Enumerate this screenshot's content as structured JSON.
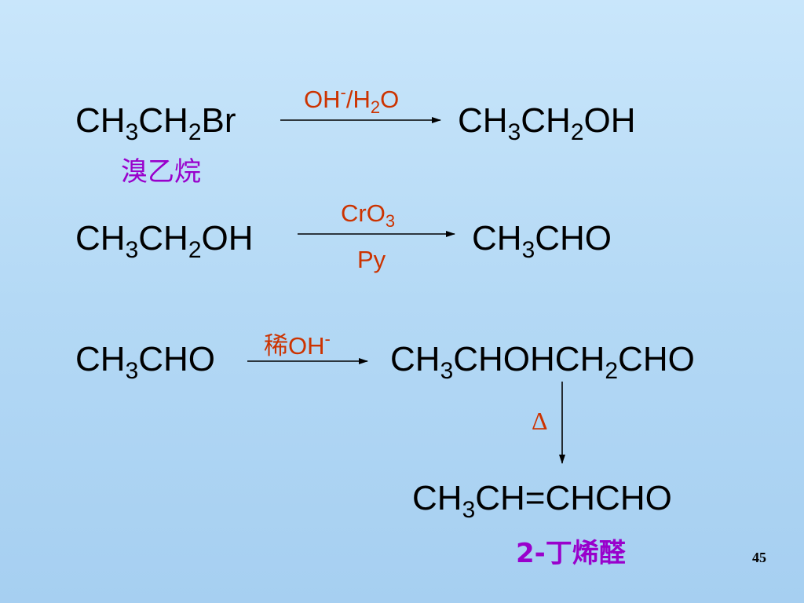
{
  "reactions": [
    {
      "reactant": {
        "main": "CH",
        "s1": "3",
        "mid": "CH",
        "s2": "2",
        "tail": "Br"
      },
      "condition_above": {
        "pre": "OH",
        "sup": "-",
        "mid": "/H",
        "sub": "2",
        "post": "O"
      },
      "product": {
        "main": "CH",
        "s1": "3",
        "mid": "CH",
        "s2": "2",
        "tail": "OH"
      },
      "reactant_name": "溴乙烷"
    },
    {
      "reactant": {
        "main": "CH",
        "s1": "3",
        "mid": "CH",
        "s2": "2",
        "tail": "OH"
      },
      "condition_above": {
        "pre": "CrO",
        "sub": "3"
      },
      "condition_below": "Py",
      "product": {
        "main": "CH",
        "s1": "3",
        "tail": "CHO"
      }
    },
    {
      "reactant": {
        "main": "CH",
        "s1": "3",
        "tail": "CHO"
      },
      "condition_above": {
        "pre": "稀OH",
        "sup": "-"
      },
      "product": {
        "main": "CH",
        "s1": "3",
        "mid": "CHOHCH",
        "s2": "2",
        "tail": "CHO"
      }
    },
    {
      "condition_side": "Δ",
      "product": {
        "main": "CH",
        "s1": "3",
        "tail": "CH=CHCHO"
      },
      "product_name": "2-丁烯醛"
    }
  ],
  "page_number": "45",
  "colors": {
    "formula": "#000000",
    "condition": "#cc3300",
    "name": "#9900cc"
  }
}
